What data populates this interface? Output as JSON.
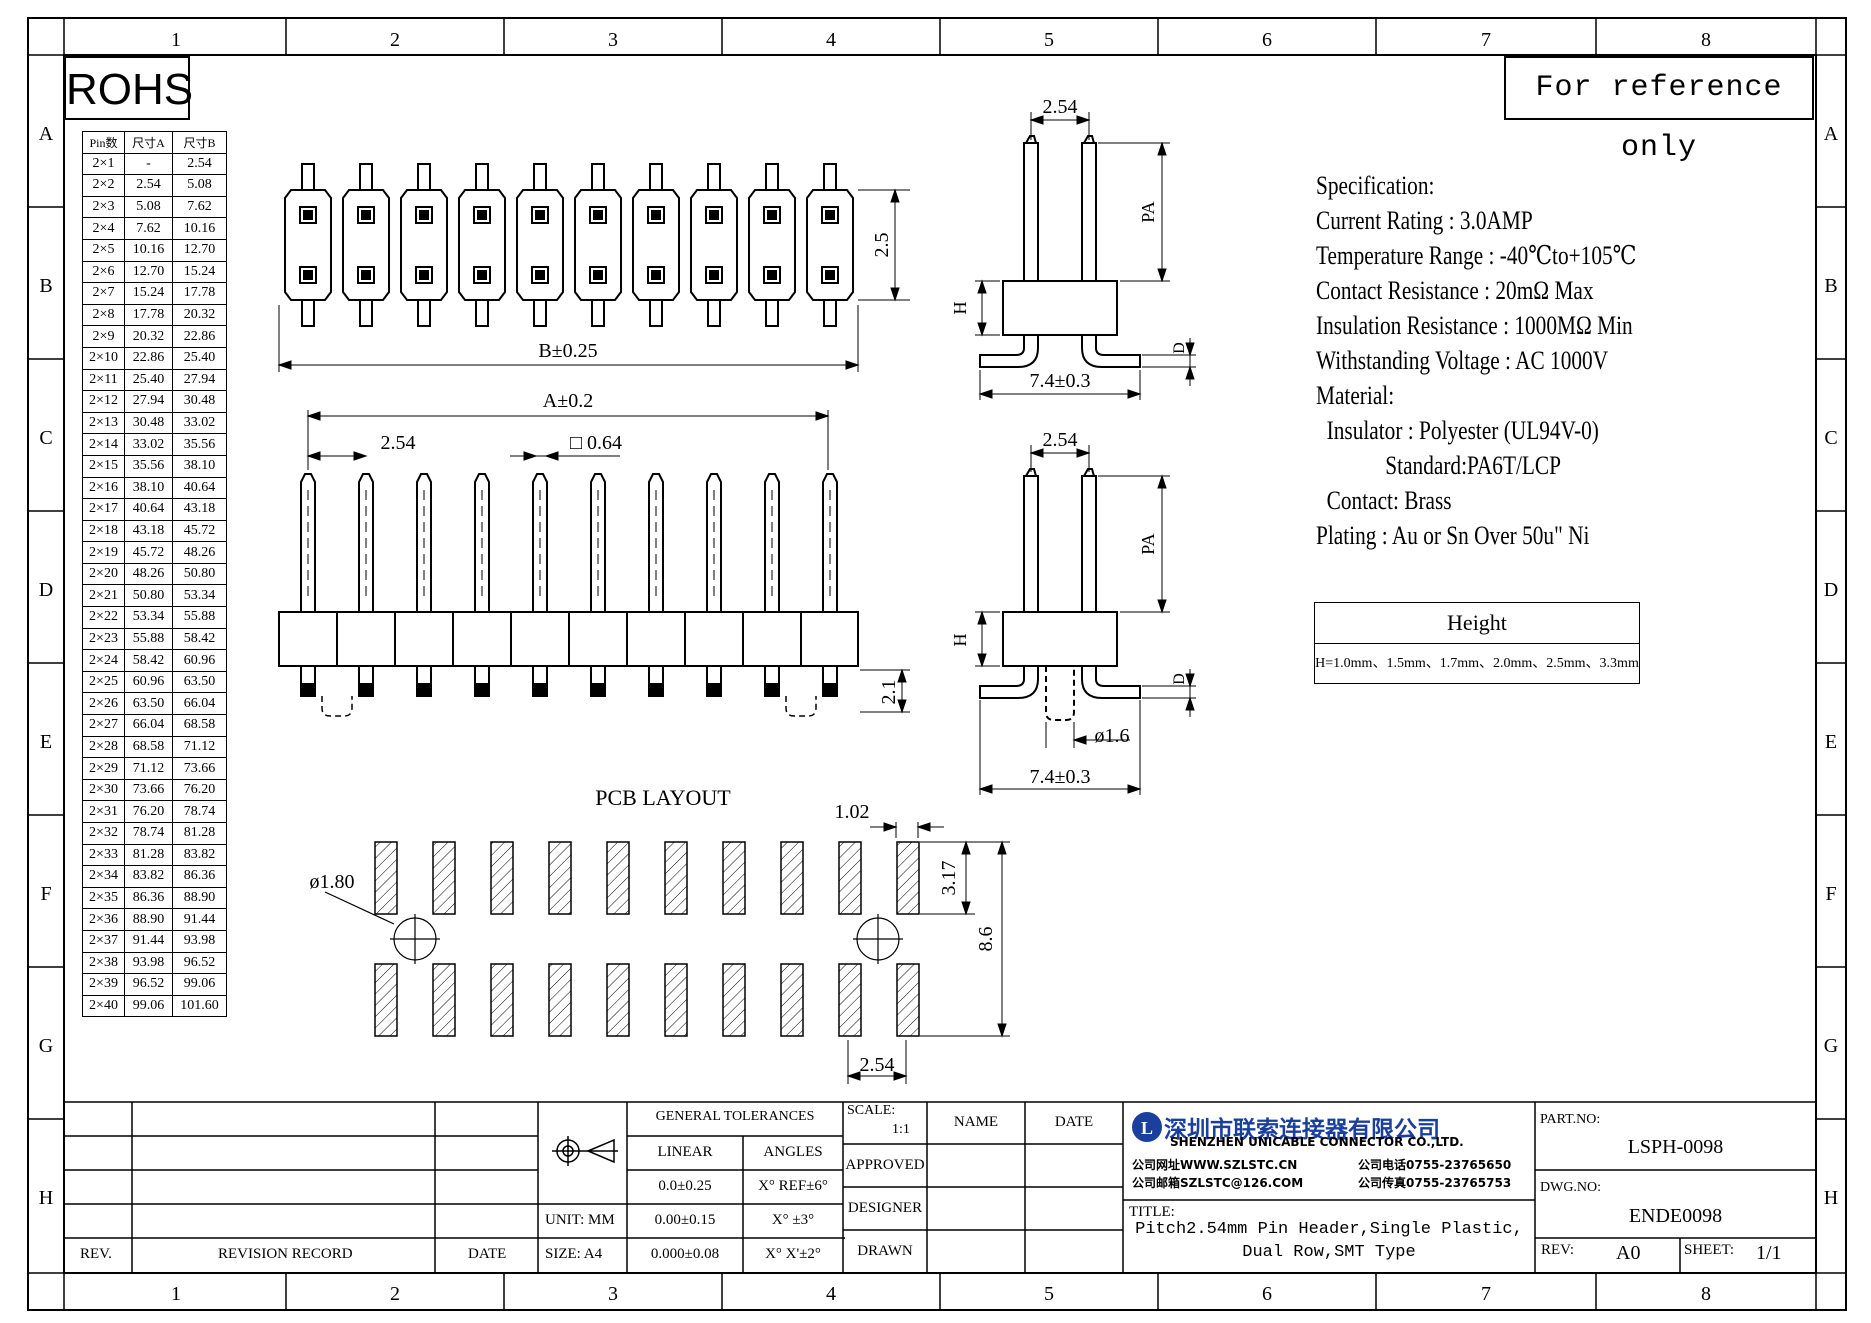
{
  "frame": {
    "columns": [
      "1",
      "2",
      "3",
      "4",
      "5",
      "6",
      "7",
      "8"
    ],
    "rows": [
      "A",
      "B",
      "C",
      "D",
      "E",
      "F",
      "G",
      "H"
    ]
  },
  "rohs_label": "ROHS",
  "reference_note": "For reference only",
  "pin_table": {
    "headers": [
      "Pin数",
      "尺寸A",
      "尺寸B"
    ],
    "rows": [
      [
        "2×1",
        "-",
        "2.54"
      ],
      [
        "2×2",
        "2.54",
        "5.08"
      ],
      [
        "2×3",
        "5.08",
        "7.62"
      ],
      [
        "2×4",
        "7.62",
        "10.16"
      ],
      [
        "2×5",
        "10.16",
        "12.70"
      ],
      [
        "2×6",
        "12.70",
        "15.24"
      ],
      [
        "2×7",
        "15.24",
        "17.78"
      ],
      [
        "2×8",
        "17.78",
        "20.32"
      ],
      [
        "2×9",
        "20.32",
        "22.86"
      ],
      [
        "2×10",
        "22.86",
        "25.40"
      ],
      [
        "2×11",
        "25.40",
        "27.94"
      ],
      [
        "2×12",
        "27.94",
        "30.48"
      ],
      [
        "2×13",
        "30.48",
        "33.02"
      ],
      [
        "2×14",
        "33.02",
        "35.56"
      ],
      [
        "2×15",
        "35.56",
        "38.10"
      ],
      [
        "2×16",
        "38.10",
        "40.64"
      ],
      [
        "2×17",
        "40.64",
        "43.18"
      ],
      [
        "2×18",
        "43.18",
        "45.72"
      ],
      [
        "2×19",
        "45.72",
        "48.26"
      ],
      [
        "2×20",
        "48.26",
        "50.80"
      ],
      [
        "2×21",
        "50.80",
        "53.34"
      ],
      [
        "2×22",
        "53.34",
        "55.88"
      ],
      [
        "2×23",
        "55.88",
        "58.42"
      ],
      [
        "2×24",
        "58.42",
        "60.96"
      ],
      [
        "2×25",
        "60.96",
        "63.50"
      ],
      [
        "2×26",
        "63.50",
        "66.04"
      ],
      [
        "2×27",
        "66.04",
        "68.58"
      ],
      [
        "2×28",
        "68.58",
        "71.12"
      ],
      [
        "2×29",
        "71.12",
        "73.66"
      ],
      [
        "2×30",
        "73.66",
        "76.20"
      ],
      [
        "2×31",
        "76.20",
        "78.74"
      ],
      [
        "2×32",
        "78.74",
        "81.28"
      ],
      [
        "2×33",
        "81.28",
        "83.82"
      ],
      [
        "2×34",
        "83.82",
        "86.36"
      ],
      [
        "2×35",
        "86.36",
        "88.90"
      ],
      [
        "2×36",
        "88.90",
        "91.44"
      ],
      [
        "2×37",
        "91.44",
        "93.98"
      ],
      [
        "2×38",
        "93.98",
        "96.52"
      ],
      [
        "2×39",
        "96.52",
        "99.06"
      ],
      [
        "2×40",
        "99.06",
        "101.60"
      ]
    ]
  },
  "dimensions": {
    "top_height": "2.5",
    "b_width": "B±0.25",
    "a_width": "A±0.2",
    "pitch": "2.54",
    "pin_square": "□ 0.64",
    "below_height": "2.1",
    "side_pitch_top": "2.54",
    "pa": "PA",
    "h": "H",
    "d": "D",
    "side_width_top": "7.4±0.3",
    "side_pitch_bottom": "2.54",
    "pa2": "PA",
    "h2": "H",
    "d2": "D",
    "post_dia": "ø1.6",
    "side_width_bottom": "7.4±0.3"
  },
  "pcb": {
    "title": "PCB LAYOUT",
    "pad_width": "1.02",
    "pad_length": "3.17",
    "total_length": "8.6",
    "hole_dia": "ø1.80",
    "pad_pitch": "2.54"
  },
  "specification": {
    "lines": [
      "Specification:",
      "Current Rating : 3.0AMP",
      "Temperature Range : -40℃to+105℃",
      "Contact Resistance : 20mΩ  Max",
      "Insulation Resistance : 1000MΩ  Min",
      "Withstanding Voltage : AC 1000V",
      "Material:",
      "  Insulator : Polyester (UL94V-0)",
      "             Standard:PA6T/LCP",
      "  Contact: Brass",
      "Plating : Au or Sn Over 50u\" Ni"
    ]
  },
  "height_box": {
    "title": "Height",
    "values": "H=1.0mm、1.5mm、1.7mm、2.0mm、2.5mm、3.3mm"
  },
  "title_block": {
    "general_tolerances": "GENERAL TOLERANCES",
    "linear": "LINEAR",
    "angles": "ANGLES",
    "tol_rows": [
      {
        "linear": "0.0±0.25",
        "angle": "X° REF±6°"
      },
      {
        "linear": "0.00±0.15",
        "angle": "X°  ±3°"
      },
      {
        "linear": "0.000±0.08",
        "angle": "X° X'±2°"
      }
    ],
    "unit": "UNIT: MM",
    "size": "SIZE: A4",
    "scale_label": "SCALE:",
    "scale_value": "1:1",
    "name": "NAME",
    "date_col": "DATE",
    "approved": "APPROVED",
    "designer": "DESIGNER",
    "drawn": "DRAWN",
    "rev_label": "REV.",
    "revision_record": "REVISION RECORD",
    "rev_date": "DATE",
    "company_cn": "深圳市联索连接器有限公司",
    "company_en": "SHENZHEN UNICABLE CONNECTOR CO.,LTD.",
    "website": "公司网址WWW.SZLSTC.CN",
    "email": "公司邮箱SZLSTC@126.COM",
    "phone": "公司电话0755-23765650",
    "fax": "公司传真0755-23765753",
    "title_label": "TITLE:",
    "title_line1": "Pitch2.54mm Pin Header,Single Plastic,",
    "title_line2": "Dual Row,SMT Type",
    "part_no_label": "PART.NO:",
    "part_no": "LSPH-0098",
    "dwg_no_label": "DWG.NO:",
    "dwg_no": "ENDE0098",
    "rev": "REV:",
    "rev_value": "A0",
    "sheet_label": "SHEET:",
    "sheet_value": "1/1"
  }
}
